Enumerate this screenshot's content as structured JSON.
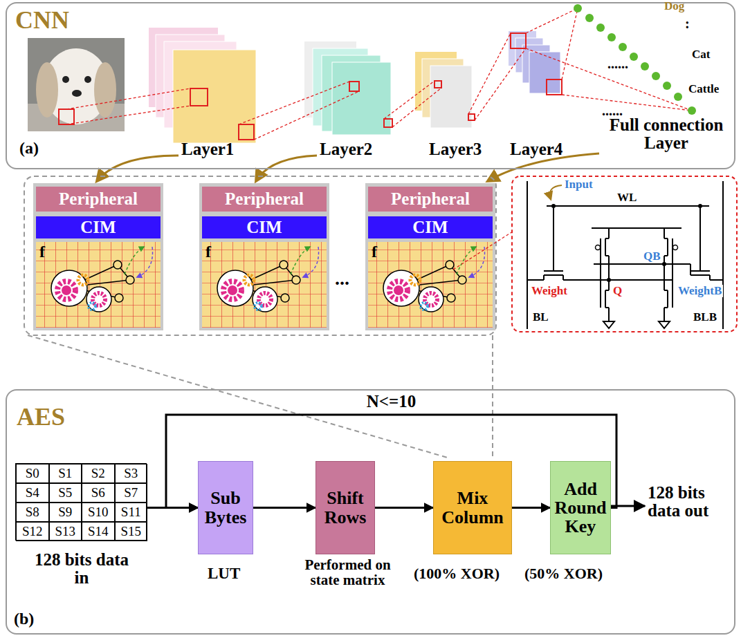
{
  "diagram": {
    "nodes": [
      {
        "text": [
          "CNN",
          "(a)"
        ]
      },
      {
        "text": [
          "Peripheral"
        ]
      },
      {
        "text": [
          "CIM"
        ]
      },
      {
        "text": [
          "Peripheral"
        ]
      },
      {
        "text": [
          "CIM"
        ]
      },
      {
        "text": [
          "Peripheral"
        ]
      },
      {
        "text": [
          "CIM"
        ]
      },
      {
        "text": [
          "AES",
          "(b)"
        ]
      },
      {
        "text": [
          "S0",
          "S1",
          "S2",
          "S3",
          "S4",
          "S5",
          "S6",
          "S7",
          "S8",
          "S9",
          "S10",
          "S11",
          "S12",
          "S13",
          "S14",
          "S15",
          "128 bits data in"
        ],
        "in": 7
      },
      {
        "text": [
          "Sub Bytes"
        ],
        "in": 7
      },
      {
        "text": [
          "Shift Rows"
        ],
        "in": 7
      },
      {
        "text": [
          "Mix Column"
        ],
        "in": 7
      },
      {
        "text": [
          "Add Round Key"
        ],
        "in": 7
      }
    ],
    "edges": [
      {
        "from": 8,
        "to": 9,
        "arrow": "to"
      },
      {
        "from": 9,
        "to": 10,
        "arrow": "to"
      },
      {
        "from": 10,
        "to": 11,
        "arrow": "to"
      },
      {
        "from": 11,
        "to": 12,
        "arrow": "to"
      },
      {
        "from": 12,
        "to": 9,
        "label": "N<=10",
        "arrow": "to"
      }
    ],
    "labels": [
      "Layer1",
      "Layer2",
      "Layer3",
      "Layer4",
      "Full connection Layer",
      "Dog",
      "Cat",
      "Cattle",
      ":",
      "......",
      "......",
      "f",
      "f",
      "f",
      "...",
      "Input",
      "WL",
      "Weight",
      "Q",
      "QB",
      "WeightB",
      "BL",
      "BLB",
      "128 bits data out",
      "LUT",
      "Performed on state matrix",
      "(100% XOR)",
      "(50% XOR)"
    ]
  }
}
